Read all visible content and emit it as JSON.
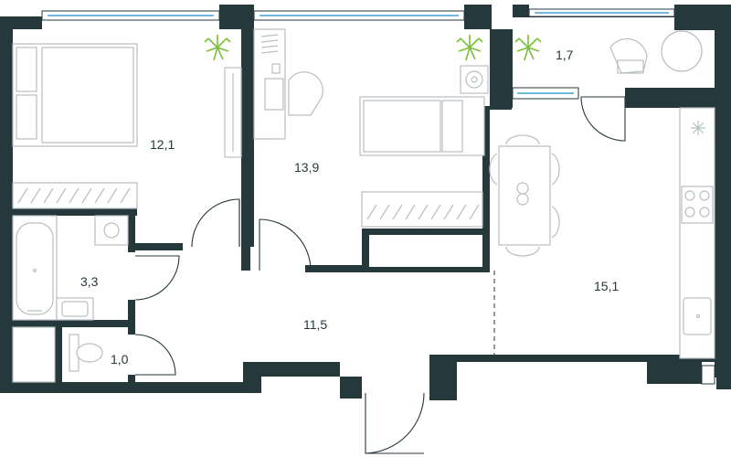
{
  "plan": {
    "rooms": [
      {
        "id": "bedroom-1",
        "area": "12,1"
      },
      {
        "id": "bedroom-2",
        "area": "13,9"
      },
      {
        "id": "balcony",
        "area": "1,7"
      },
      {
        "id": "bathroom",
        "area": "3,3"
      },
      {
        "id": "toilet",
        "area": "1,0"
      },
      {
        "id": "hallway",
        "area": "11,5"
      },
      {
        "id": "kitchen-living",
        "area": "15,1"
      }
    ]
  },
  "colors": {
    "wall": "#25383c",
    "furniture": "#b7bfc1",
    "window_glass": "#6fb9de",
    "plant": "#7bbf3a",
    "background": "#ffffff"
  }
}
